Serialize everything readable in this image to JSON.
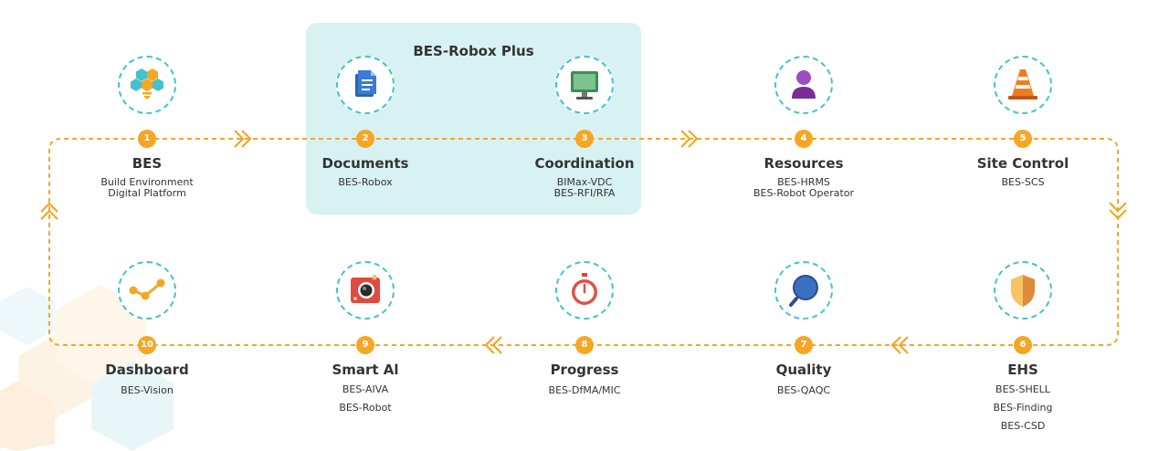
{
  "group": {
    "title": "BES-Robox Plus"
  },
  "colors": {
    "accent": "#f6a623",
    "teal": "#43c2cc",
    "group_bg": "#d8f1f3",
    "text": "#333333"
  },
  "steps": [
    {
      "num": "1",
      "title": "BES",
      "lines": [
        "Build Environment",
        "Digital Platform"
      ],
      "icon": "hexagon-cluster-icon"
    },
    {
      "num": "2",
      "title": "Documents",
      "lines": [
        "BES-Robox"
      ],
      "icon": "documents-icon"
    },
    {
      "num": "3",
      "title": "Coordination",
      "lines": [
        "BIMax-VDC",
        "BES-RFI/RFA"
      ],
      "icon": "monitor-icon"
    },
    {
      "num": "4",
      "title": "Resources",
      "lines": [
        "BES-HRMS",
        "BES-Robot Operator"
      ],
      "icon": "person-icon"
    },
    {
      "num": "5",
      "title": "Site Control",
      "lines": [
        "BES-SCS"
      ],
      "icon": "traffic-cone-icon"
    },
    {
      "num": "6",
      "title": "EHS",
      "lines": [
        "BES-SHELL",
        "BES-Finding",
        "BES-CSD"
      ],
      "icon": "shield-icon"
    },
    {
      "num": "7",
      "title": "Quality",
      "lines": [
        "BES-QAQC"
      ],
      "icon": "magnifier-icon"
    },
    {
      "num": "8",
      "title": "Progress",
      "lines": [
        "BES-DfMA/MIC"
      ],
      "icon": "stopwatch-icon"
    },
    {
      "num": "9",
      "title": "Smart Al",
      "lines": [
        "BES-AIVA",
        "BES-Robot"
      ],
      "icon": "camera-icon"
    },
    {
      "num": "10",
      "title": "Dashboard",
      "lines": [
        "BES-Vision"
      ],
      "icon": "line-chart-icon"
    }
  ]
}
